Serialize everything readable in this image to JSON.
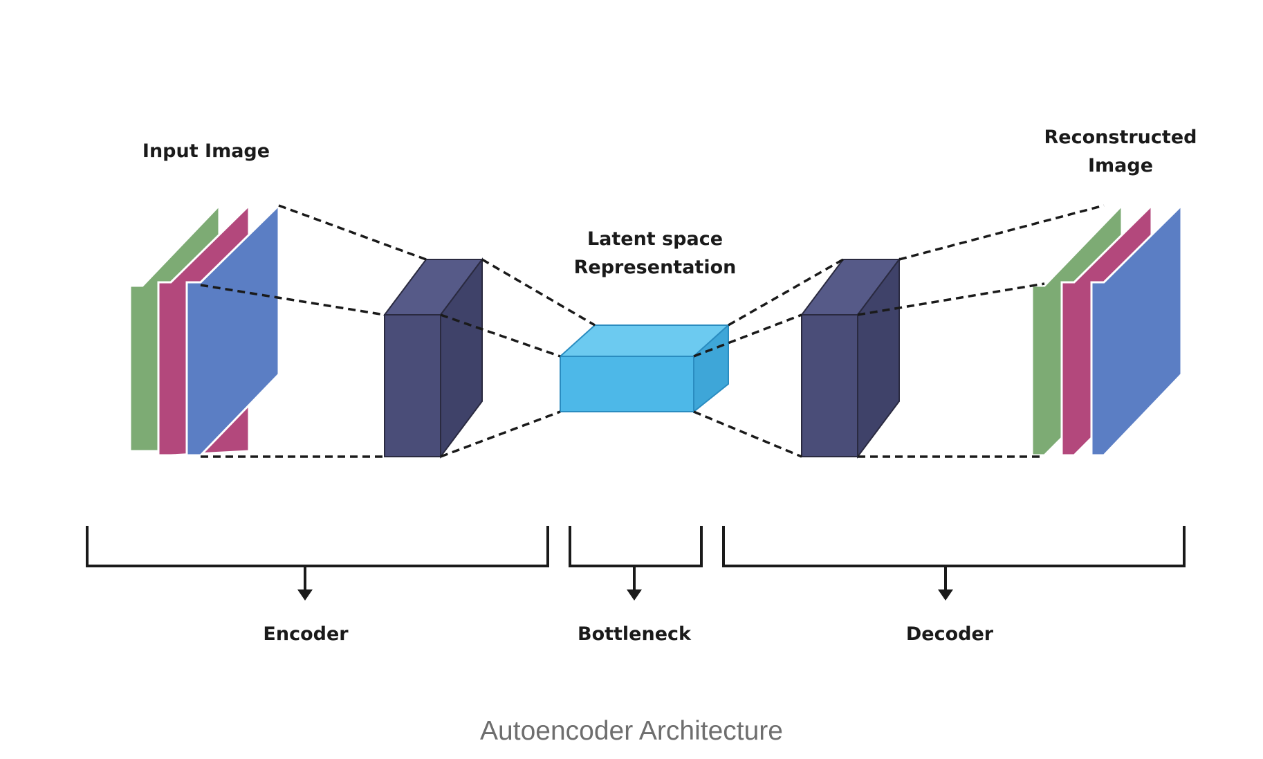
{
  "labels": {
    "input": "Input Image",
    "latent_line1": "Latent space",
    "latent_line2": "Representation",
    "reconstructed_line1": "Reconstructed",
    "reconstructed_line2": "Image",
    "encoder": "Encoder",
    "bottleneck": "Bottleneck",
    "decoder": "Decoder"
  },
  "caption": "Autoencoder Architecture",
  "colors": {
    "green": "#7dab74",
    "magenta": "#b3487c",
    "blue": "#5b7ec4",
    "navy_front": "#4a4d78",
    "navy_side": "#3f4269",
    "navy_top": "#565a88",
    "cyan_front": "#4db8e8",
    "cyan_top": "#6ccaf0",
    "cyan_side": "#3ea6d8",
    "line": "#1a1a1a"
  }
}
